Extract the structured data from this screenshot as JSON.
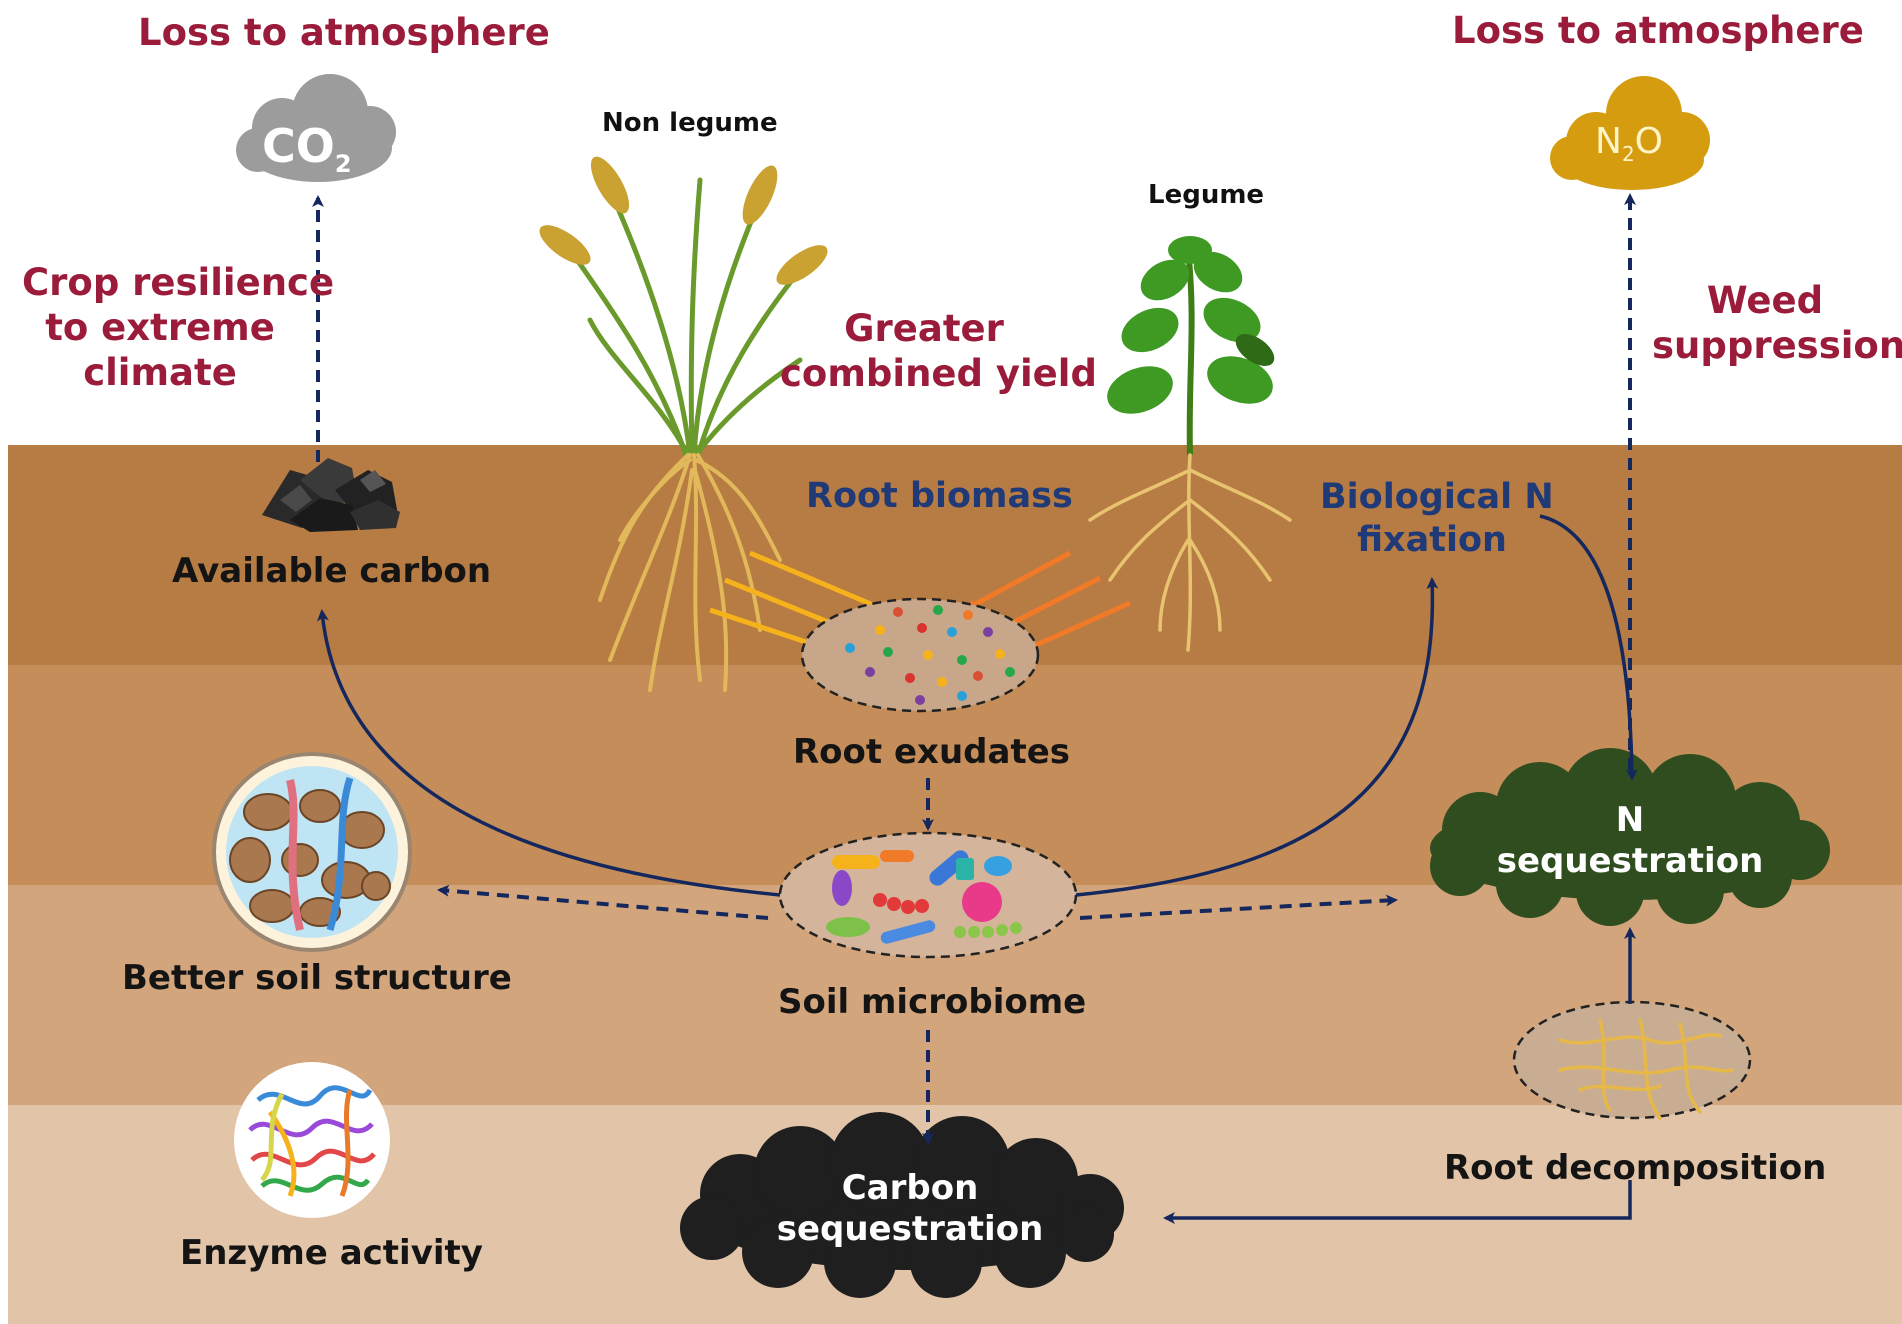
{
  "labels": {
    "loss_left": "Loss to atmosphere",
    "loss_right": "Loss to atmosphere",
    "co2": "CO",
    "co2_sub": "2",
    "n2o_n": "N",
    "n2o_sub": "2",
    "n2o_o": "O",
    "non_legume": "Non legume",
    "legume": "Legume",
    "crop_resilience": [
      "Crop resilience",
      "to extreme",
      "climate"
    ],
    "greater_yield": [
      "Greater",
      "combined yield"
    ],
    "weed_suppression": [
      "Weed",
      "suppression"
    ],
    "root_biomass": "Root biomass",
    "biological_n": [
      "Biological N",
      "fixation"
    ],
    "available_carbon": "Available carbon",
    "root_exudates": "Root exudates",
    "soil_microbiome": "Soil microbiome",
    "better_soil_structure": "Better soil structure",
    "n_sequestration": [
      "N",
      "sequestration"
    ],
    "root_decomposition": "Root decomposition",
    "enzyme_activity": "Enzyme activity",
    "carbon_sequestration": [
      "Carbon",
      "sequestration"
    ]
  },
  "colors": {
    "accent_red": "#9b1b3a",
    "accent_blue": "#1f3a77",
    "arrow_navy": "#14285e",
    "soil_layer_1": "#b77b44",
    "soil_layer_2": "#c48d5a",
    "soil_layer_3": "#d2a57c",
    "soil_layer_4": "#e2c4a8",
    "co2_cloud": "#9c9c9c",
    "n2o_cloud": "#d59c10",
    "n_seq_cloud": "#2f4d1f",
    "carbon_cloud": "#1f1f1f"
  }
}
